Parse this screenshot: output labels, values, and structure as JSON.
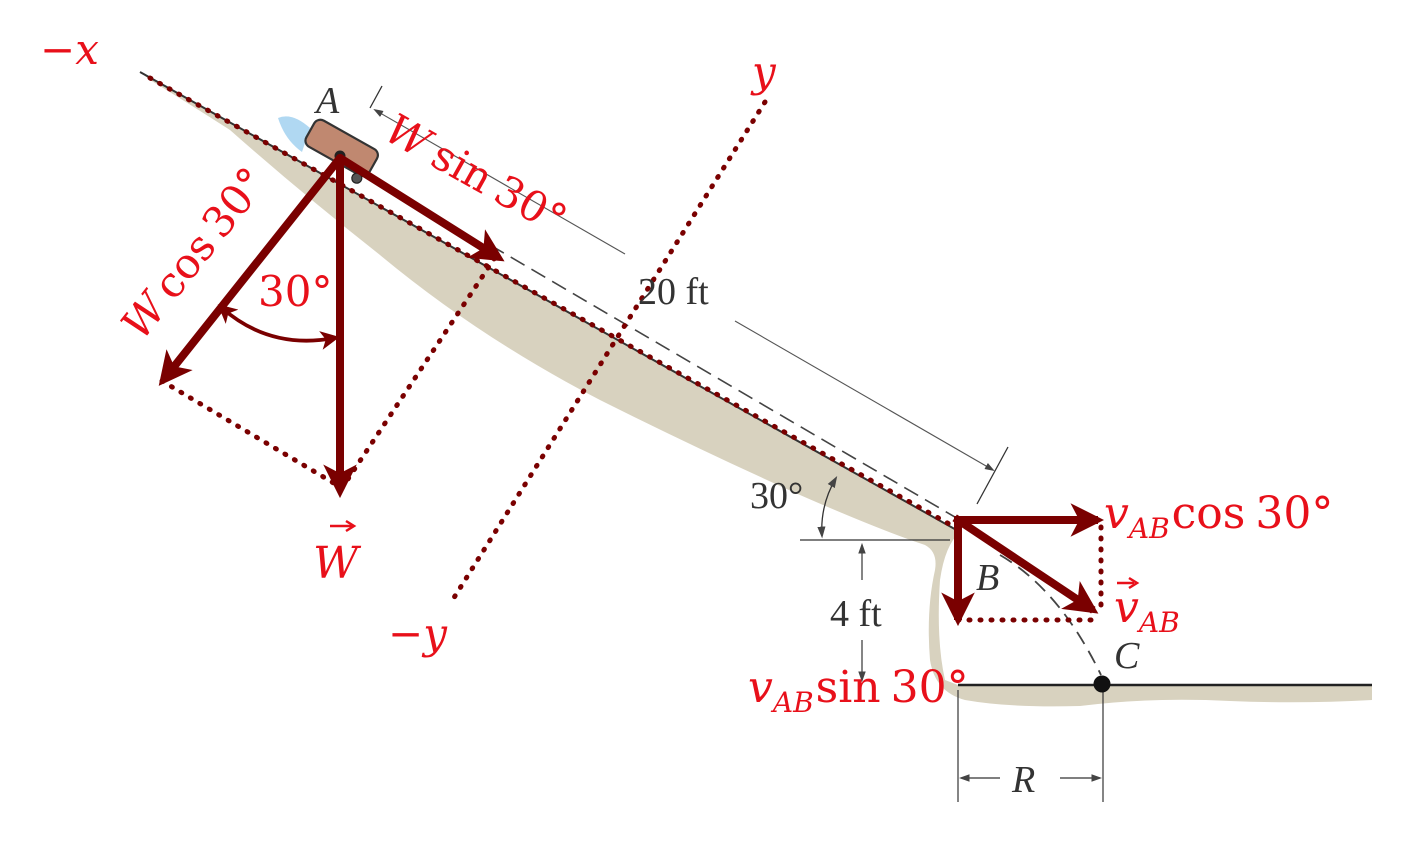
{
  "axes": {
    "neg_x": "−x",
    "pos_y": "y",
    "neg_y": "−y"
  },
  "points": {
    "a": "A",
    "b": "B",
    "c": "C"
  },
  "dimensions": {
    "slope_length": "20 ft",
    "slope_angle": "30°",
    "height": "4 ft",
    "range": "R"
  },
  "forces": {
    "weight": "W",
    "w_sin_w": "W",
    "w_sin_fn": "sin",
    "w_sin_angle": "30°",
    "w_cos_w": "W",
    "w_cos_fn": "cos",
    "w_cos_angle": "30°",
    "angle_between": "30°"
  },
  "velocity": {
    "v": "v",
    "sub": "AB",
    "cos_fn": "cos",
    "cos_angle": "30°",
    "sin_fn": "sin",
    "sin_angle": "30°"
  },
  "colors": {
    "annotation_red": "#e8101a",
    "vector_dark_red": "#7a0000",
    "ground": "#d8d2bf"
  }
}
